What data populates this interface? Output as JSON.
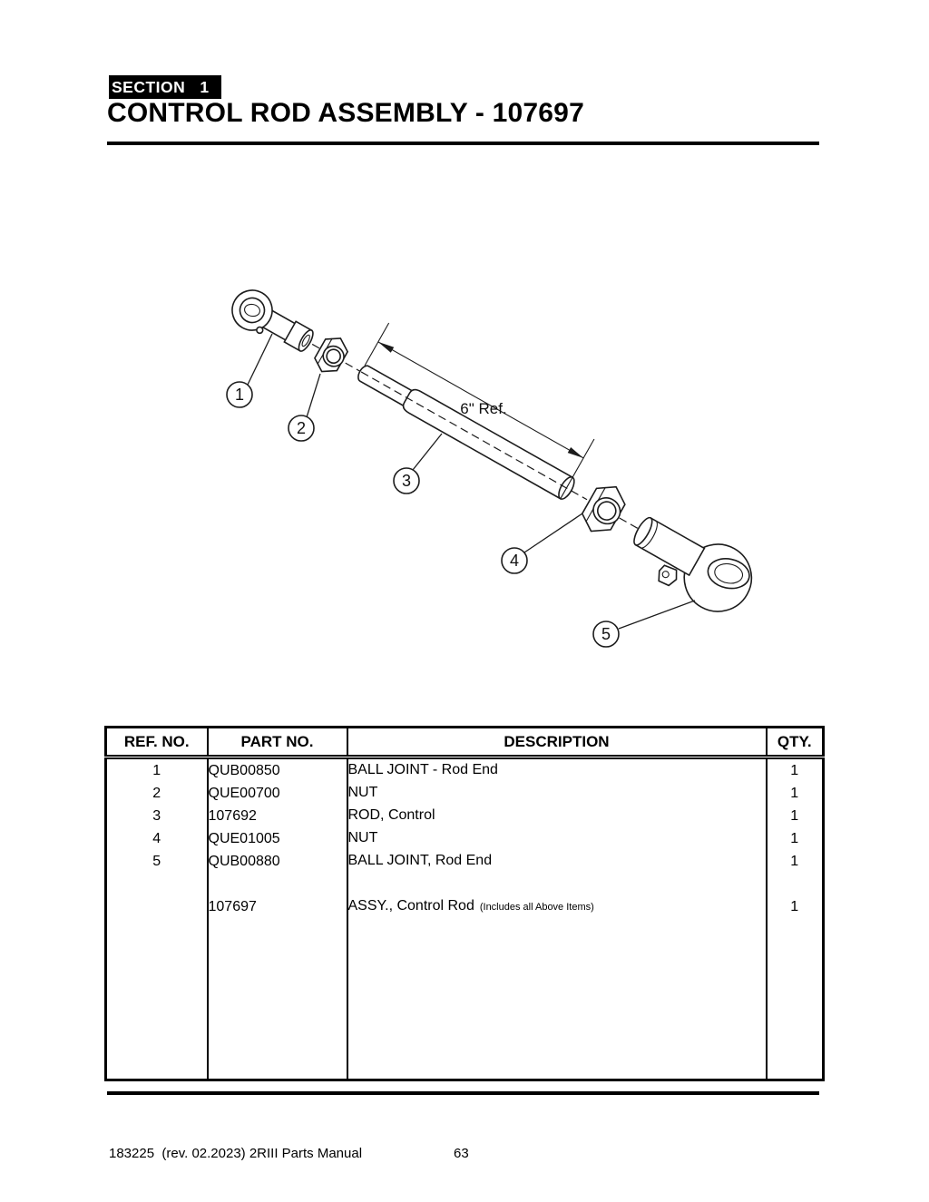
{
  "header": {
    "section_label": "SECTION   1",
    "title": "CONTROL ROD ASSEMBLY - 107697"
  },
  "diagram": {
    "dimension_label": "6\" Ref.",
    "callouts": [
      "1",
      "2",
      "3",
      "4",
      "5"
    ]
  },
  "table": {
    "headers": [
      "REF. NO.",
      "PART NO.",
      "DESCRIPTION",
      "QTY."
    ],
    "rows": [
      {
        "ref": "1",
        "part": "QUB00850",
        "desc": "BALL JOINT - Rod End",
        "note": "",
        "qty": "1"
      },
      {
        "ref": "2",
        "part": "QUE00700",
        "desc": "NUT",
        "note": "",
        "qty": "1"
      },
      {
        "ref": "3",
        "part": "107692",
        "desc": "ROD, Control",
        "note": "",
        "qty": "1"
      },
      {
        "ref": "4",
        "part": "QUE01005",
        "desc": "NUT",
        "note": "",
        "qty": "1"
      },
      {
        "ref": "5",
        "part": "QUB00880",
        "desc": "BALL JOINT, Rod End",
        "note": "",
        "qty": "1"
      },
      {
        "ref": "",
        "part": "",
        "desc": "",
        "note": "",
        "qty": ""
      },
      {
        "ref": "",
        "part": "107697",
        "desc": "ASSY., Control Rod",
        "note": "(Includes all Above Items)",
        "qty": "1"
      }
    ]
  },
  "footer": {
    "doc_ref": "183225  (rev. 02.2023) 2RIII Parts Manual",
    "page_number": "63"
  },
  "colors": {
    "ink": "#000000",
    "paper": "#ffffff",
    "line": "#1c1c1c"
  }
}
